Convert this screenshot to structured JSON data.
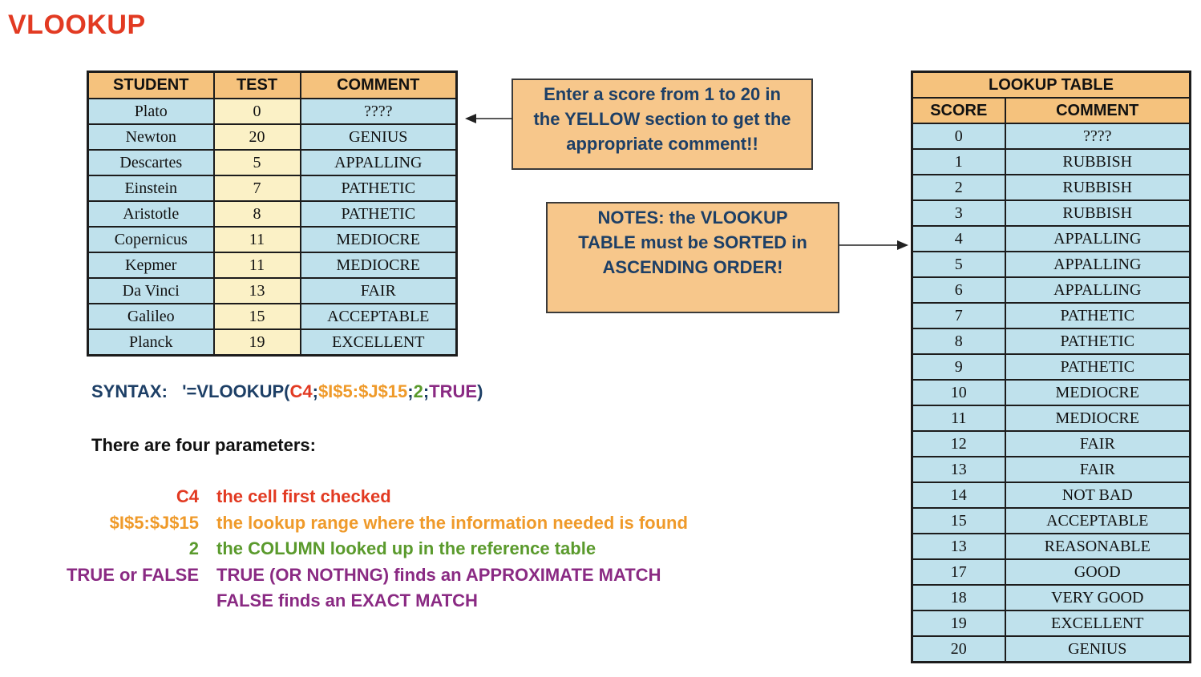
{
  "title": "VLOOKUP",
  "student_table": {
    "headers": [
      "STUDENT",
      "TEST",
      "COMMENT"
    ],
    "rows": [
      [
        "Plato",
        "0",
        "????"
      ],
      [
        "Newton",
        "20",
        "GENIUS"
      ],
      [
        "Descartes",
        "5",
        "APPALLING"
      ],
      [
        "Einstein",
        "7",
        "PATHETIC"
      ],
      [
        "Aristotle",
        "8",
        "PATHETIC"
      ],
      [
        "Copernicus",
        "11",
        "MEDIOCRE"
      ],
      [
        "Kepmer",
        "11",
        "MEDIOCRE"
      ],
      [
        "Da Vinci",
        "13",
        "FAIR"
      ],
      [
        "Galileo",
        "15",
        "ACCEPTABLE"
      ],
      [
        "Planck",
        "19",
        "EXCELLENT"
      ]
    ]
  },
  "note_enter": {
    "lines": [
      "Enter a score from 1 to 20 in",
      "the YELLOW section to get the",
      "appropriate comment!!"
    ]
  },
  "note_sorted": {
    "lines": [
      "NOTES: the VLOOKUP",
      "TABLE must be SORTED in",
      "ASCENDING ORDER!"
    ]
  },
  "lookup_table": {
    "title": "LOOKUP TABLE",
    "headers": [
      "SCORE",
      "COMMENT"
    ],
    "rows": [
      [
        "0",
        "????"
      ],
      [
        "1",
        "RUBBISH"
      ],
      [
        "2",
        "RUBBISH"
      ],
      [
        "3",
        "RUBBISH"
      ],
      [
        "4",
        "APPALLING"
      ],
      [
        "5",
        "APPALLING"
      ],
      [
        "6",
        "APPALLING"
      ],
      [
        "7",
        "PATHETIC"
      ],
      [
        "8",
        "PATHETIC"
      ],
      [
        "9",
        "PATHETIC"
      ],
      [
        "10",
        "MEDIOCRE"
      ],
      [
        "11",
        "MEDIOCRE"
      ],
      [
        "12",
        "FAIR"
      ],
      [
        "13",
        "FAIR"
      ],
      [
        "14",
        "NOT BAD"
      ],
      [
        "15",
        "ACCEPTABLE"
      ],
      [
        "13",
        "REASONABLE"
      ],
      [
        "17",
        "GOOD"
      ],
      [
        "18",
        "VERY GOOD"
      ],
      [
        "19",
        "EXCELLENT"
      ],
      [
        "20",
        "GENIUS"
      ]
    ]
  },
  "syntax": {
    "label": "SYNTAX:",
    "prefix": "'=VLOOKUP(",
    "arg1": "C4",
    "sep1": ";",
    "arg2": "$I$5:$J$15",
    "sep2": ";",
    "arg3": "2",
    "sep3": ";",
    "arg4": "TRUE",
    "suffix": ")"
  },
  "params_heading": "There are four parameters:",
  "params": [
    {
      "key": "C4",
      "desc": "the cell first checked",
      "color": "#e23a22"
    },
    {
      "key": "$I$5:$J$15",
      "desc": "the lookup range where the information needed is found",
      "color": "#ef9a2a"
    },
    {
      "key": "2",
      "desc": "the COLUMN looked up in the reference table",
      "color": "#5a9a2c"
    },
    {
      "key": "TRUE or FALSE",
      "desc": "TRUE (OR NOTHNG) finds an APPROXIMATE MATCH",
      "color": "#8a2a83"
    },
    {
      "key": "",
      "desc": "FALSE finds an EXACT MATCH",
      "color": "#8a2a83"
    }
  ]
}
